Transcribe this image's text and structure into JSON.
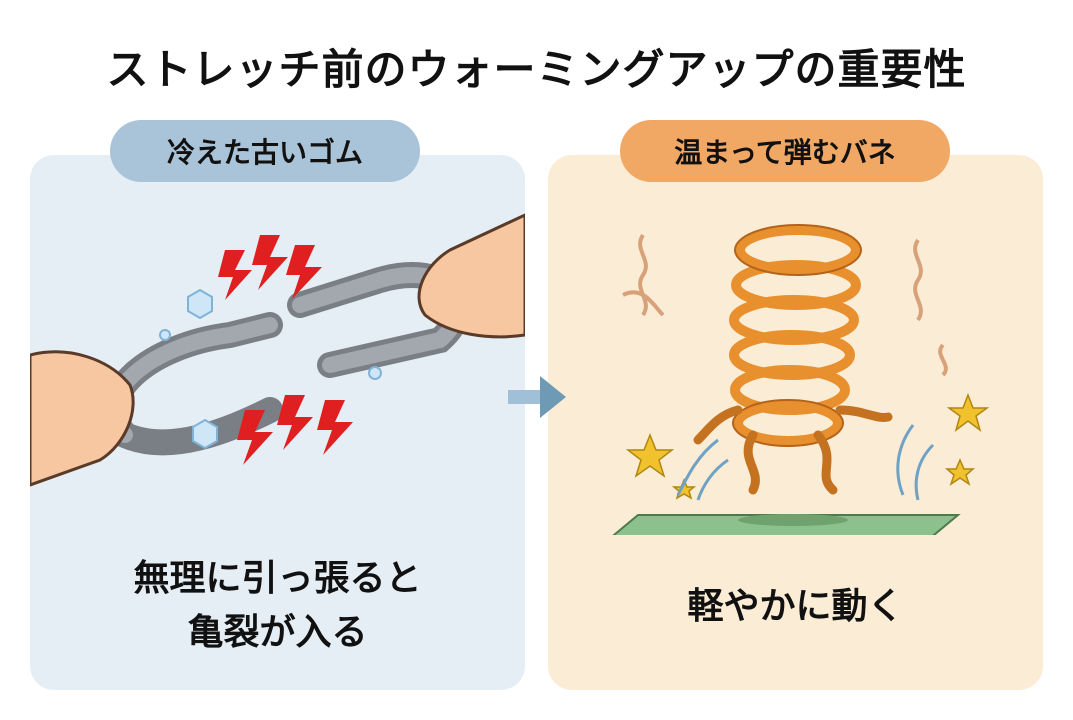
{
  "title": "ストレッチ前のウォーミングアップの重要性",
  "left": {
    "label": "冷えた古いゴム",
    "caption_line1": "無理に引っ張ると",
    "caption_line2": "亀裂が入る"
  },
  "right": {
    "label": "温まって弾むバネ",
    "caption": "軽やかに動く"
  },
  "colors": {
    "left_panel": "#e6eef5",
    "right_panel": "#fbecd6",
    "left_label": "#a9c3d8",
    "right_label": "#f2a865",
    "spring": "#e8902e",
    "lightning": "#e02020"
  }
}
